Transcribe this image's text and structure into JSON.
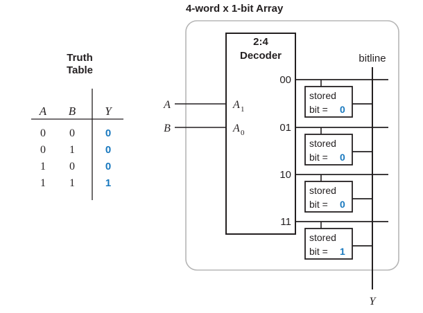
{
  "diagram": {
    "title": "4-word x 1-bit Array",
    "accent_blue": "#1878be",
    "ink": "#231f20",
    "array_border": "#b5b5b5"
  },
  "truth_table": {
    "title_line1": "Truth",
    "title_line2": "Table",
    "headers": [
      "A",
      "B",
      "Y"
    ],
    "rows": [
      {
        "a": "0",
        "b": "0",
        "y": "0"
      },
      {
        "a": "0",
        "b": "1",
        "y": "0"
      },
      {
        "a": "1",
        "b": "0",
        "y": "0"
      },
      {
        "a": "1",
        "b": "1",
        "y": "1"
      }
    ]
  },
  "decoder": {
    "title_line1": "2:4",
    "title_line2": "Decoder",
    "inputs": [
      {
        "name": "A",
        "sub": "1"
      },
      {
        "name": "A",
        "sub": "0"
      }
    ],
    "outputs": [
      "00",
      "01",
      "10",
      "11"
    ]
  },
  "external_inputs": [
    "A",
    "B"
  ],
  "bitline_label": "bitline",
  "output_label": "Y",
  "cells": [
    {
      "line1": "stored",
      "line2_prefix": "bit = ",
      "value": "0"
    },
    {
      "line1": "stored",
      "line2_prefix": "bit = ",
      "value": "0"
    },
    {
      "line1": "stored",
      "line2_prefix": "bit = ",
      "value": "0"
    },
    {
      "line1": "stored",
      "line2_prefix": "bit = ",
      "value": "1"
    }
  ]
}
